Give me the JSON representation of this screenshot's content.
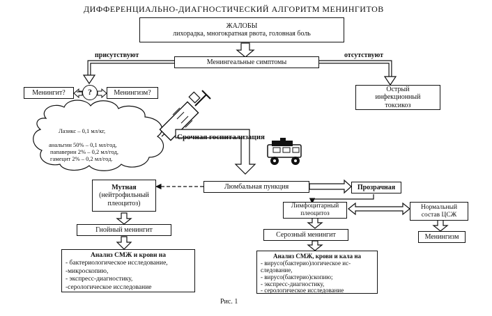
{
  "title": "ДИФФЕРЕНЦИАЛЬНО-ДИАГНОСТИЧЕСКИЙ АЛГОРИТМ МЕНИНГИТОВ",
  "complaints": {
    "heading": "ЖАЛОБЫ",
    "text": "лихорадка, многократная рвота, головная боль"
  },
  "meningeal": "Менингеальные симптомы",
  "present": "присутствуют",
  "absent": "отсутствуют",
  "meningitis_q": "Менингит?",
  "question": "?",
  "meningism_q": "Менингизм?",
  "toxicosis": "Острый инфекционный токсикоз",
  "cloud": {
    "line1": "Лазикс – 0,1 мл/кг,",
    "line2": "анальгин 50% – 0,1 мл/год,",
    "line3": "папаверин 2% – 0,2 мл/год,",
    "line4": "гамецит 2% – 0,2 мл/год."
  },
  "hospitalization": "Срочная госпитализация",
  "lumbar": "Люмбальная пункция",
  "cloudy": {
    "heading": "Мутная",
    "text": "(нейтрофильный плеоцитоз)"
  },
  "clear": "Прозрачная",
  "purulent": "Гнойный менингит",
  "lymph": "Лимфоцитарный плеоцитоз",
  "normal_csf": "Нормальный состав ЦСЖ",
  "serous": "Серозный менингит",
  "meningism": "Менингизм",
  "analysis_left": {
    "heading": "Анализ СМЖ и крови на",
    "items": [
      "- бактериологическое исследование,",
      "-микроскопию,",
      "- экспресс-диагностику,",
      "-серологическое исследование"
    ]
  },
  "analysis_right": {
    "heading": "Анализ СМЖ, крови и кала на",
    "items": [
      "- вирусо(бактерио)логическое ис-",
      "следование,",
      "- вирусо(бактерио)скопию;",
      "- экспресс-диагностику,",
      "- серологическое исследование"
    ]
  },
  "caption": "Рис. 1"
}
